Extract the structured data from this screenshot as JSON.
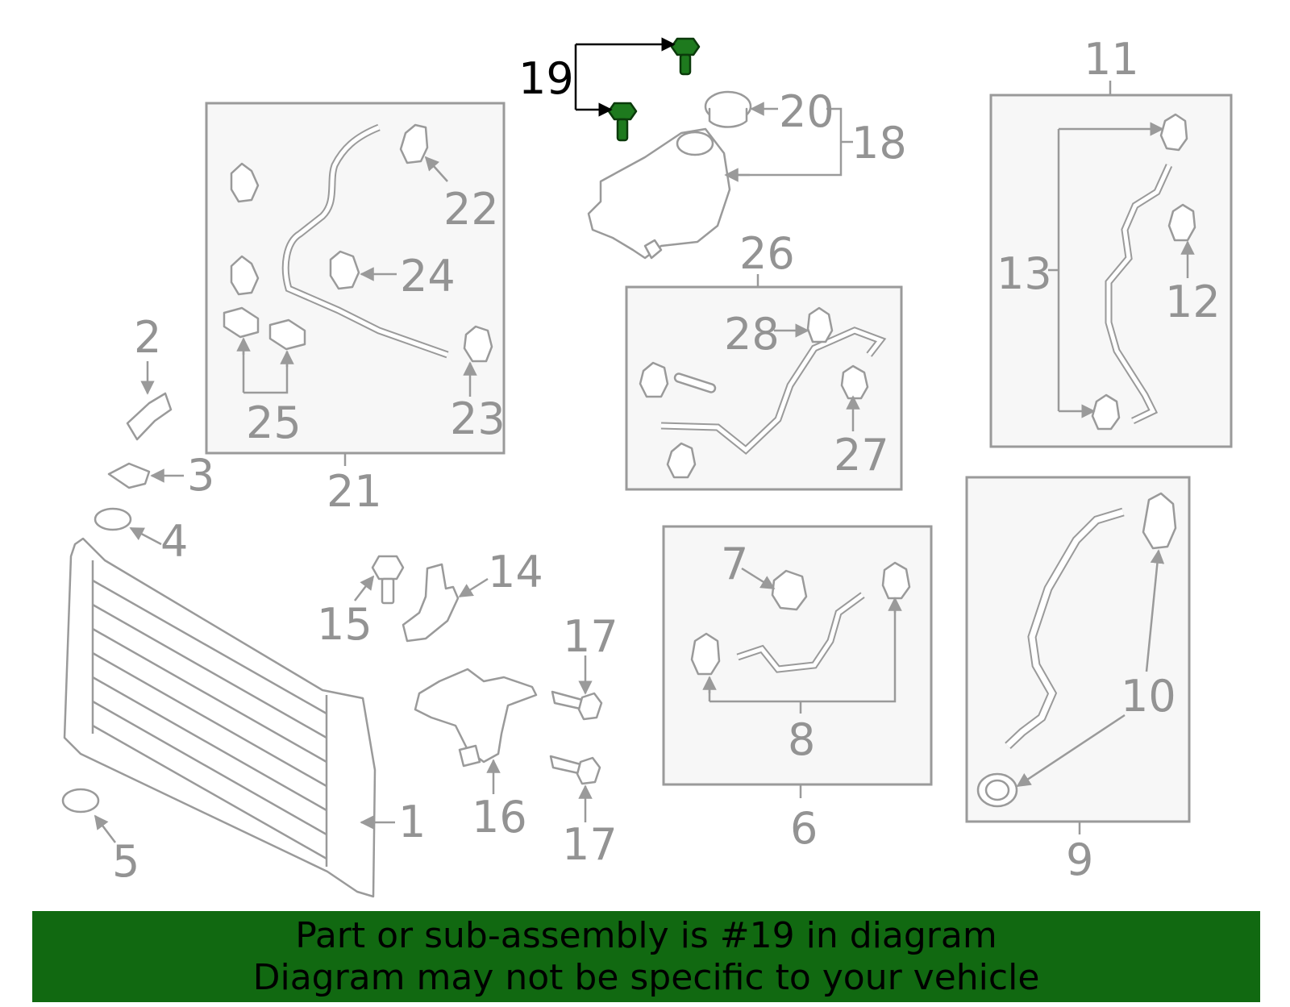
{
  "colors": {
    "banner_bg": "#116911",
    "highlight_part": "#1e7a1e",
    "callout_gray": "#939393",
    "highlight_label": "#000000"
  },
  "highlighted_part": "19",
  "callouts": {
    "c1": "1",
    "c2": "2",
    "c3": "3",
    "c4": "4",
    "c5": "5",
    "c6": "6",
    "c7": "7",
    "c8": "8",
    "c9": "9",
    "c10": "10",
    "c11": "11",
    "c12": "12",
    "c13": "13",
    "c14": "14",
    "c15": "15",
    "c16": "16",
    "c17a": "17",
    "c17b": "17",
    "c18": "18",
    "c19": "19",
    "c20": "20",
    "c21": "21",
    "c22": "22",
    "c23": "23",
    "c24": "24",
    "c25": "25",
    "c26": "26",
    "c27": "27",
    "c28": "28"
  },
  "banner": {
    "line1": "Part or sub-assembly is #19 in diagram",
    "line2": "Diagram may not be specific to your vehicle"
  }
}
